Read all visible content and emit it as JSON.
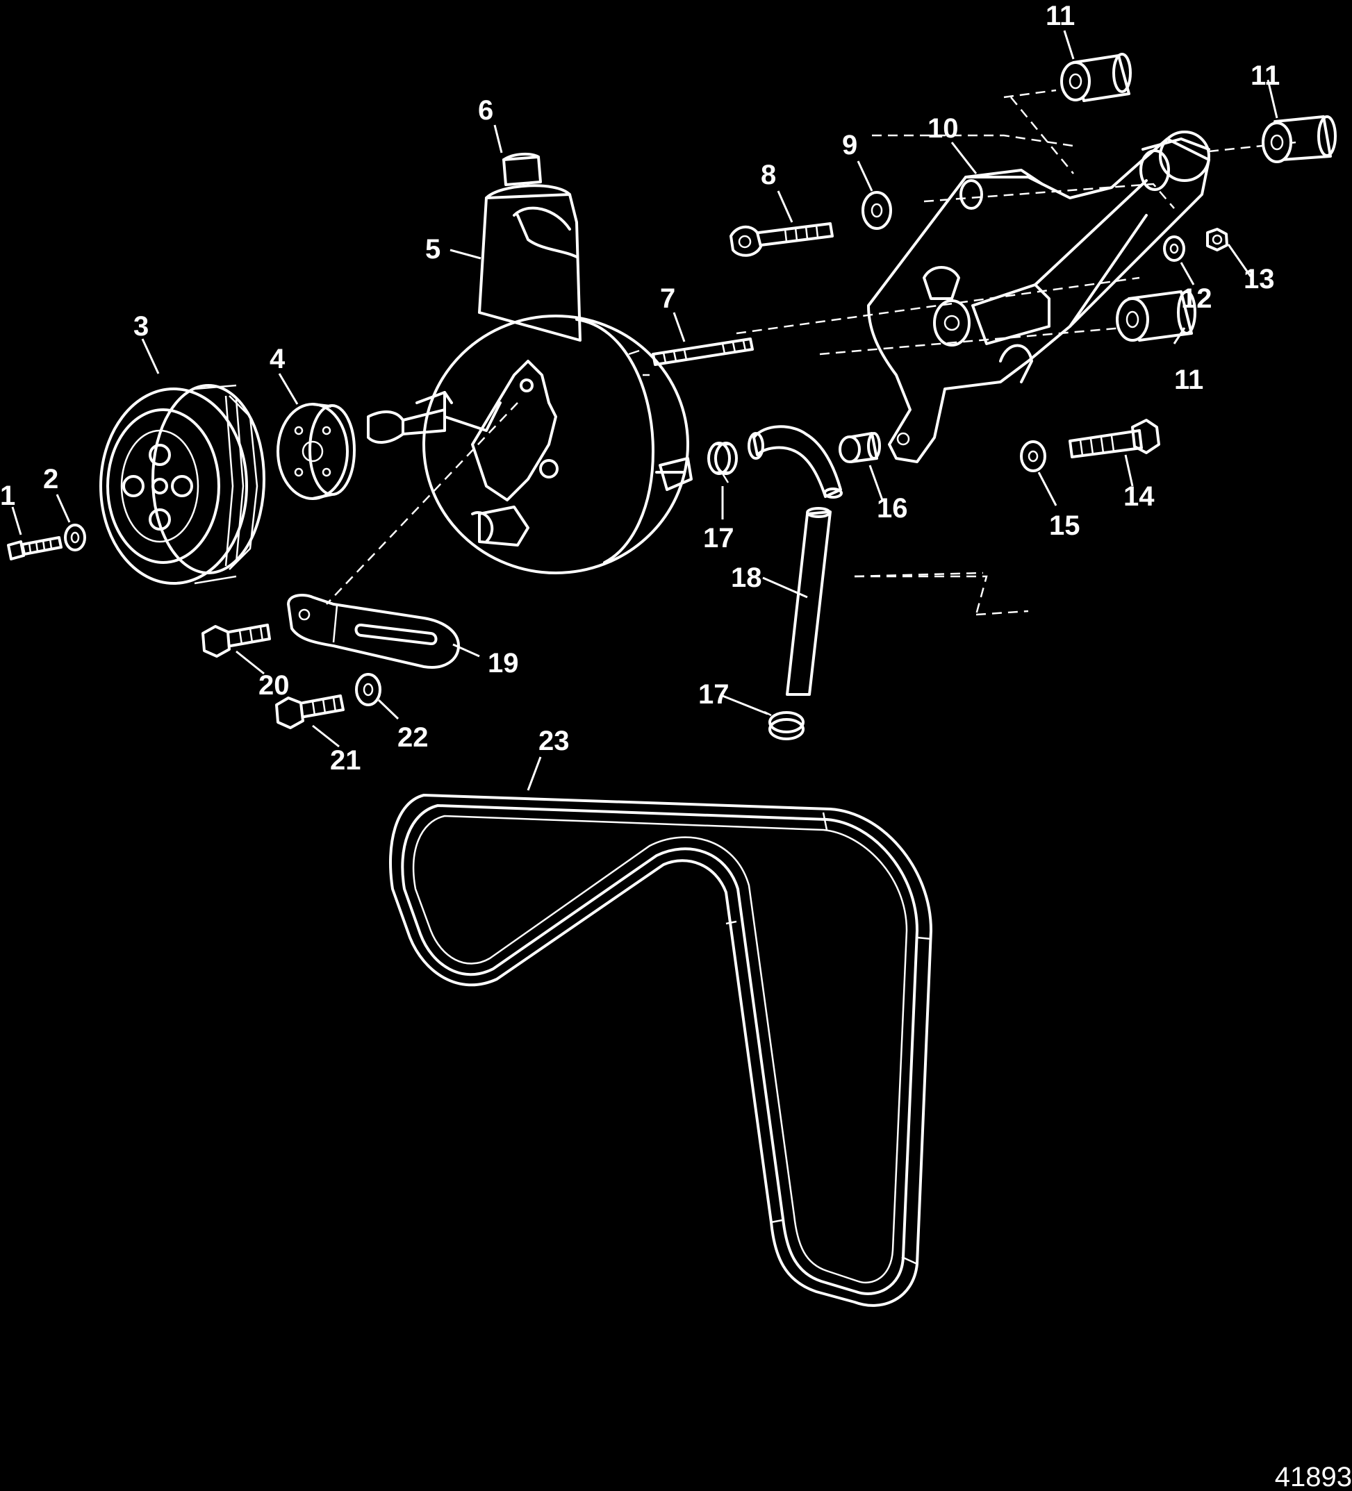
{
  "diagram": {
    "figure_number": "41893",
    "callouts": [
      {
        "id": "c1",
        "text": "1"
      },
      {
        "id": "c2",
        "text": "2"
      },
      {
        "id": "c3",
        "text": "3"
      },
      {
        "id": "c4",
        "text": "4"
      },
      {
        "id": "c5",
        "text": "5"
      },
      {
        "id": "c6",
        "text": "6"
      },
      {
        "id": "c7",
        "text": "7"
      },
      {
        "id": "c8",
        "text": "8"
      },
      {
        "id": "c9",
        "text": "9"
      },
      {
        "id": "c10",
        "text": "10"
      },
      {
        "id": "c11a",
        "text": "11"
      },
      {
        "id": "c11b",
        "text": "11"
      },
      {
        "id": "c11c",
        "text": "11"
      },
      {
        "id": "c12",
        "text": "12"
      },
      {
        "id": "c13",
        "text": "13"
      },
      {
        "id": "c14",
        "text": "14"
      },
      {
        "id": "c15",
        "text": "15"
      },
      {
        "id": "c16",
        "text": "16"
      },
      {
        "id": "c17a",
        "text": "17"
      },
      {
        "id": "c17b",
        "text": "17"
      },
      {
        "id": "c18",
        "text": "18"
      },
      {
        "id": "c19",
        "text": "19"
      },
      {
        "id": "c20",
        "text": "20"
      },
      {
        "id": "c21",
        "text": "21"
      },
      {
        "id": "c22",
        "text": "22"
      },
      {
        "id": "c23",
        "text": "23"
      }
    ]
  }
}
